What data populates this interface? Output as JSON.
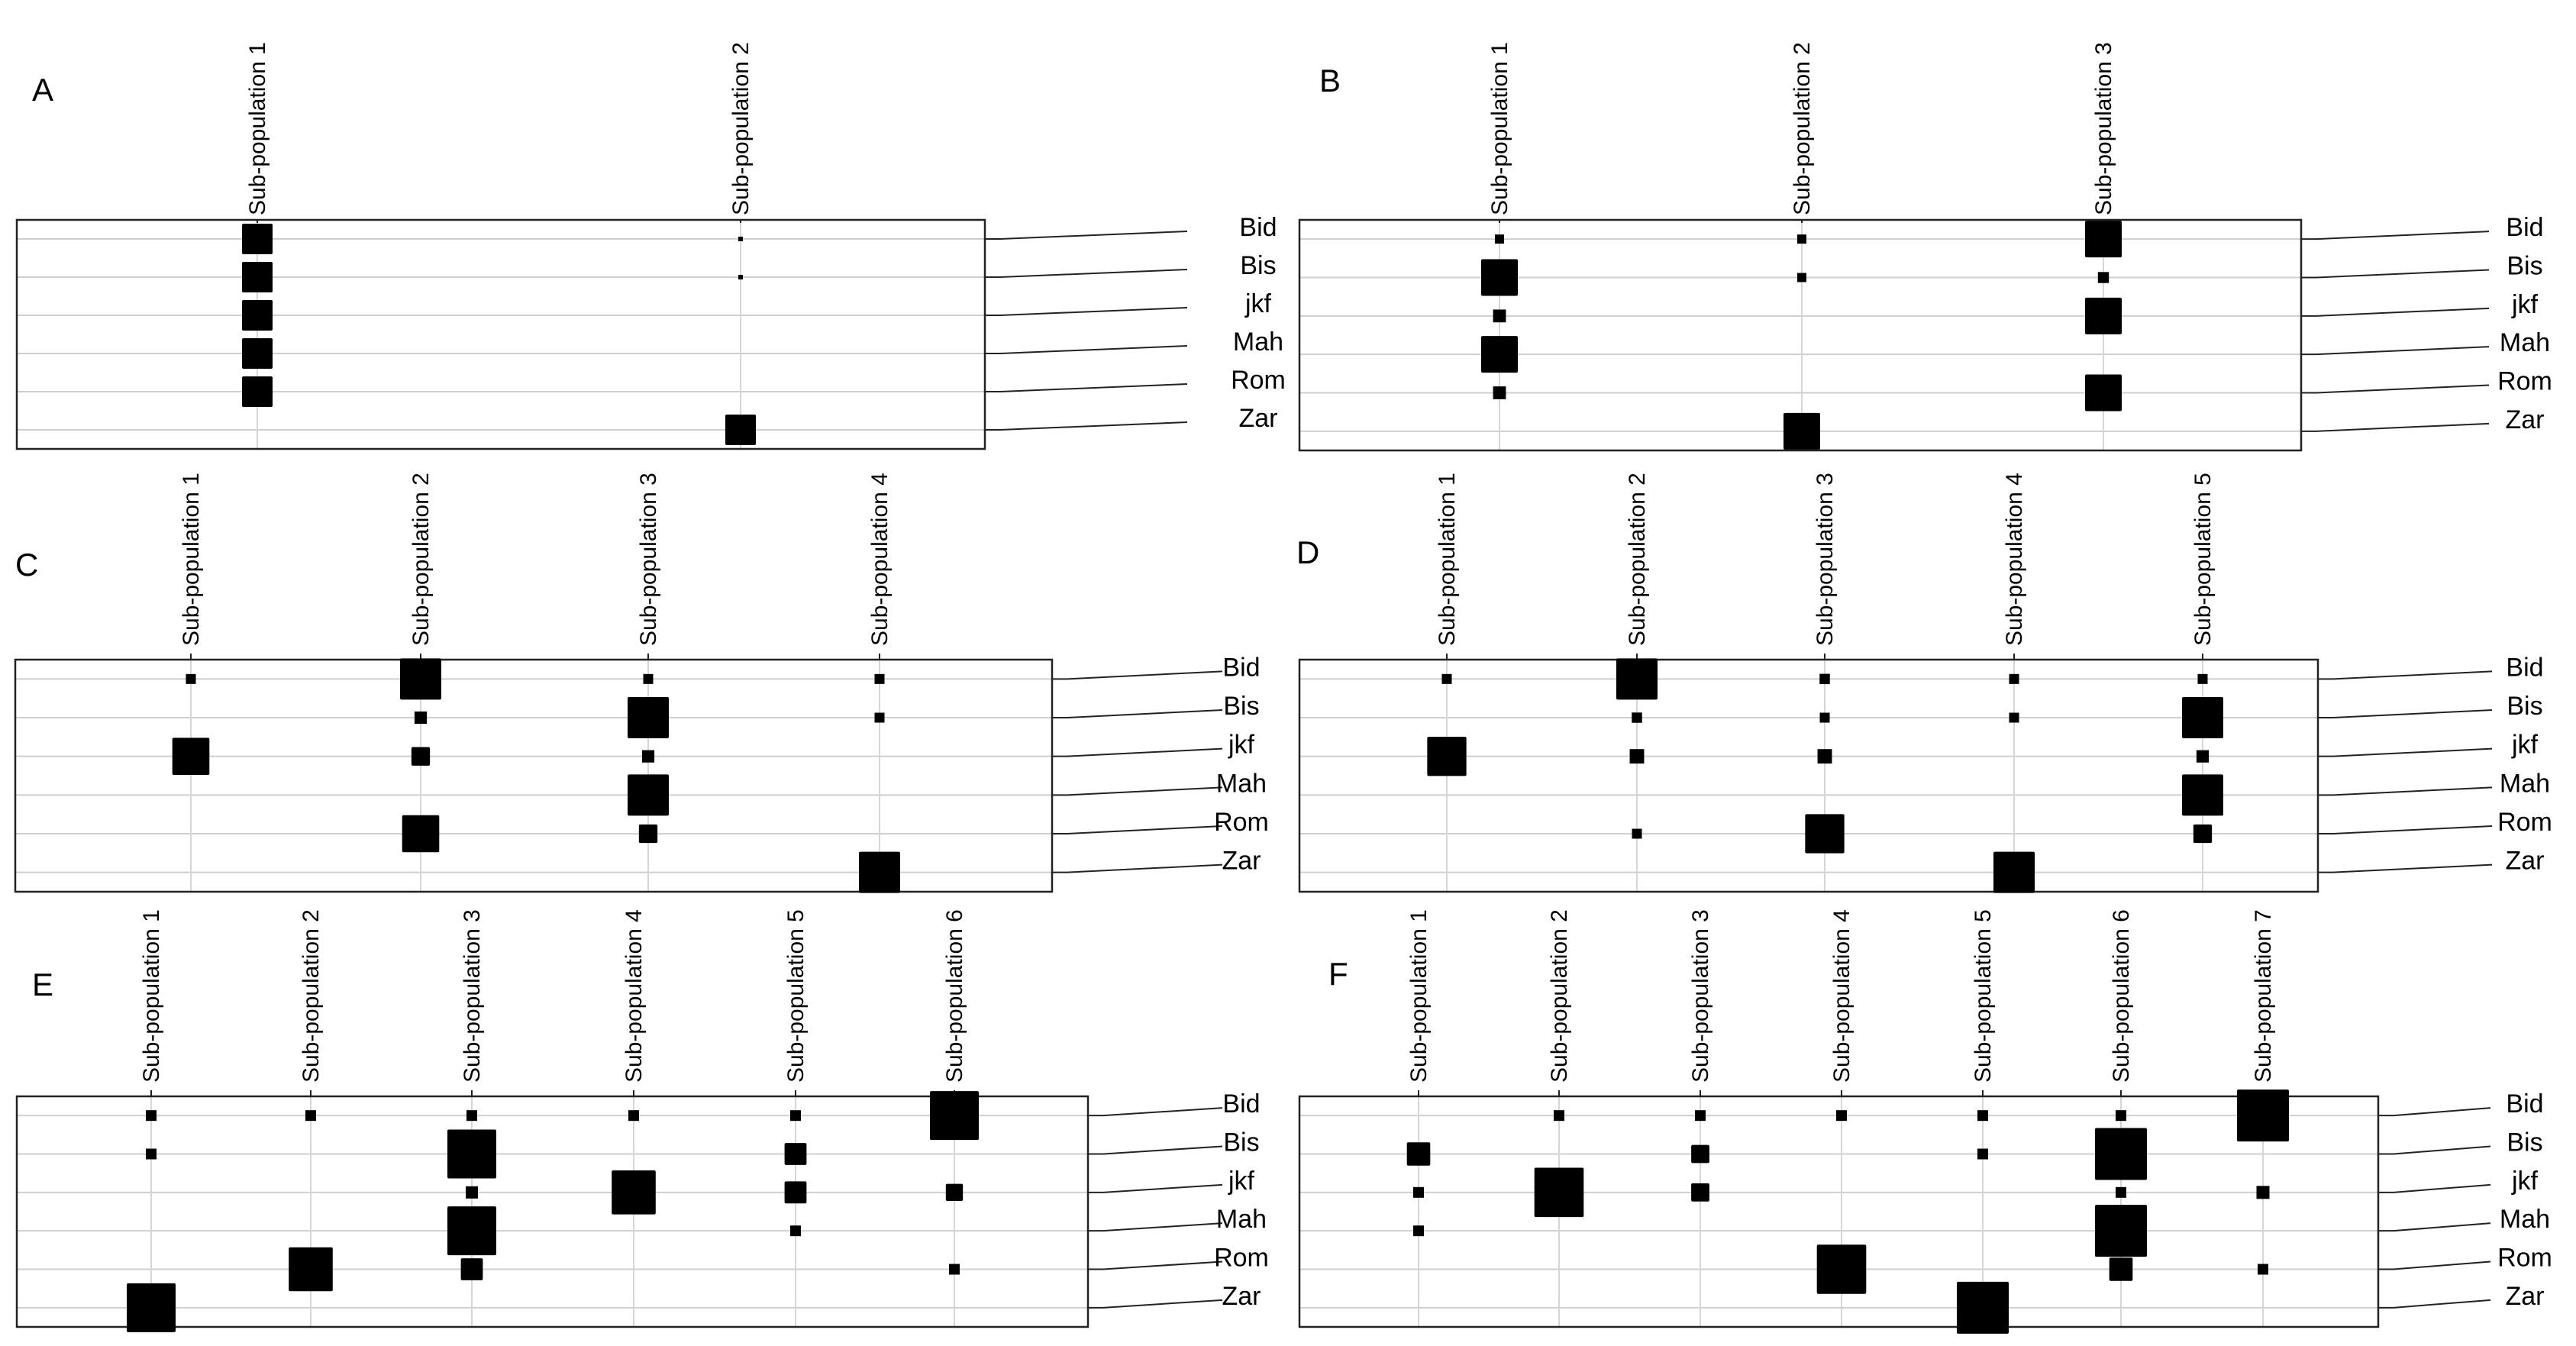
{
  "chart_data": [
    {
      "type": "scatter",
      "panel": "A",
      "rows": [
        "Bid",
        "Bis",
        "jkf",
        "Mah",
        "Rom",
        "Zar"
      ],
      "columns": [
        "Sub-population 1",
        "Sub-population 2"
      ],
      "cells": [
        [
          1.0,
          0.1
        ],
        [
          1.0,
          0.1
        ],
        [
          1.0,
          0.0
        ],
        [
          1.0,
          0.0
        ],
        [
          1.0,
          0.0
        ],
        [
          0.0,
          1.0
        ]
      ]
    },
    {
      "type": "scatter",
      "panel": "B",
      "rows": [
        "Bid",
        "Bis",
        "jkf",
        "Mah",
        "Rom",
        "Zar"
      ],
      "columns": [
        "Sub-population 1",
        "Sub-population 2",
        "Sub-population 3"
      ],
      "cells": [
        [
          0.1,
          0.1,
          1.0
        ],
        [
          1.0,
          0.1,
          0.3
        ],
        [
          0.35,
          0.0,
          1.0
        ],
        [
          1.0,
          0.0,
          0.0
        ],
        [
          0.35,
          0.0,
          1.0
        ],
        [
          0.0,
          1.0,
          0.0
        ]
      ]
    },
    {
      "type": "scatter",
      "panel": "C",
      "rows": [
        "Bid",
        "Bis",
        "jkf",
        "Mah",
        "Rom",
        "Zar"
      ],
      "columns": [
        "Sub-population 1",
        "Sub-population 2",
        "Sub-population 3",
        "Sub-population 4"
      ],
      "cells": [
        [
          0.2,
          1.0,
          0.2,
          0.2
        ],
        [
          0.0,
          0.3,
          1.0,
          0.15
        ],
        [
          0.9,
          0.45,
          0.3,
          0.0
        ],
        [
          0.0,
          0.0,
          1.0,
          0.0
        ],
        [
          0.0,
          0.9,
          0.45,
          0.0
        ],
        [
          0.0,
          0.0,
          0.0,
          1.0
        ]
      ]
    },
    {
      "type": "scatter",
      "panel": "D",
      "rows": [
        "Bid",
        "Bis",
        "jkf",
        "Mah",
        "Rom",
        "Zar"
      ],
      "columns": [
        "Sub-population 1",
        "Sub-population 2",
        "Sub-population 3",
        "Sub-population 4",
        "Sub-population 5"
      ],
      "cells": [
        [
          0.15,
          1.0,
          0.25,
          0.15,
          0.2
        ],
        [
          0.0,
          0.25,
          0.2,
          0.15,
          1.0
        ],
        [
          0.95,
          0.35,
          0.35,
          0.0,
          0.3
        ],
        [
          0.0,
          0.0,
          0.0,
          0.0,
          1.0
        ],
        [
          0.0,
          0.15,
          0.95,
          0.0,
          0.45
        ],
        [
          0.0,
          0.0,
          0.0,
          1.0,
          0.0
        ]
      ]
    },
    {
      "type": "scatter",
      "panel": "E",
      "rows": [
        "Bid",
        "Bis",
        "jkf",
        "Mah",
        "Rom",
        "Zar"
      ],
      "columns": [
        "Sub-population 1",
        "Sub-population 2",
        "Sub-population 3",
        "Sub-population 4",
        "Sub-population 5",
        "Sub-population 6"
      ],
      "cells": [
        [
          0.2,
          0.2,
          0.2,
          0.2,
          0.2,
          1.0
        ],
        [
          0.2,
          0.0,
          1.0,
          0.0,
          0.45,
          0.0
        ],
        [
          0.0,
          0.0,
          0.25,
          0.9,
          0.45,
          0.35
        ],
        [
          0.0,
          0.0,
          1.0,
          0.0,
          0.2,
          0.0
        ],
        [
          0.0,
          0.9,
          0.45,
          0.0,
          0.0,
          0.2
        ],
        [
          1.0,
          0.0,
          0.0,
          0.0,
          0.0,
          0.0
        ]
      ]
    },
    {
      "type": "scatter",
      "panel": "F",
      "rows": [
        "Bid",
        "Bis",
        "jkf",
        "Mah",
        "Rom",
        "Zar"
      ],
      "columns": [
        "Sub-population 1",
        "Sub-population 2",
        "Sub-population 3",
        "Sub-population 4",
        "Sub-population 5",
        "Sub-population 6",
        "Sub-population 7"
      ],
      "cells": [
        [
          0.0,
          0.2,
          0.2,
          0.2,
          0.2,
          0.2,
          1.0
        ],
        [
          0.45,
          0.0,
          0.35,
          0.0,
          0.15,
          1.0,
          0.0
        ],
        [
          0.2,
          0.95,
          0.35,
          0.0,
          0.0,
          0.2,
          0.25
        ],
        [
          0.2,
          0.0,
          0.0,
          0.0,
          0.0,
          1.0,
          0.0
        ],
        [
          0.0,
          0.0,
          0.0,
          0.95,
          0.0,
          0.45,
          0.2
        ],
        [
          0.0,
          0.0,
          0.0,
          0.0,
          1.0,
          0.0,
          0.0
        ]
      ]
    }
  ]
}
